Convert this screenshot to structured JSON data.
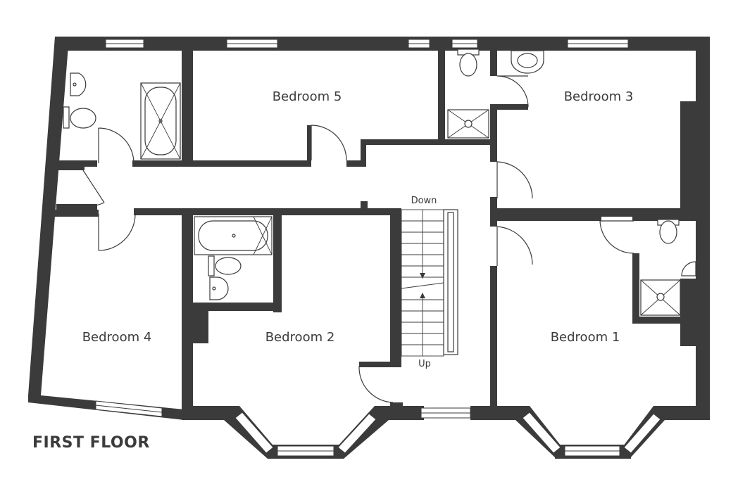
{
  "floor_title": "FIRST FLOOR",
  "rooms": {
    "bedroom1": "Bedroom 1",
    "bedroom2": "Bedroom 2",
    "bedroom3": "Bedroom 3",
    "bedroom4": "Bedroom 4",
    "bedroom5": "Bedroom 5"
  },
  "stairs": {
    "down": "Down",
    "up": "Up"
  },
  "colors": {
    "wall": "#3b3b3c",
    "background": "#ffffff"
  }
}
